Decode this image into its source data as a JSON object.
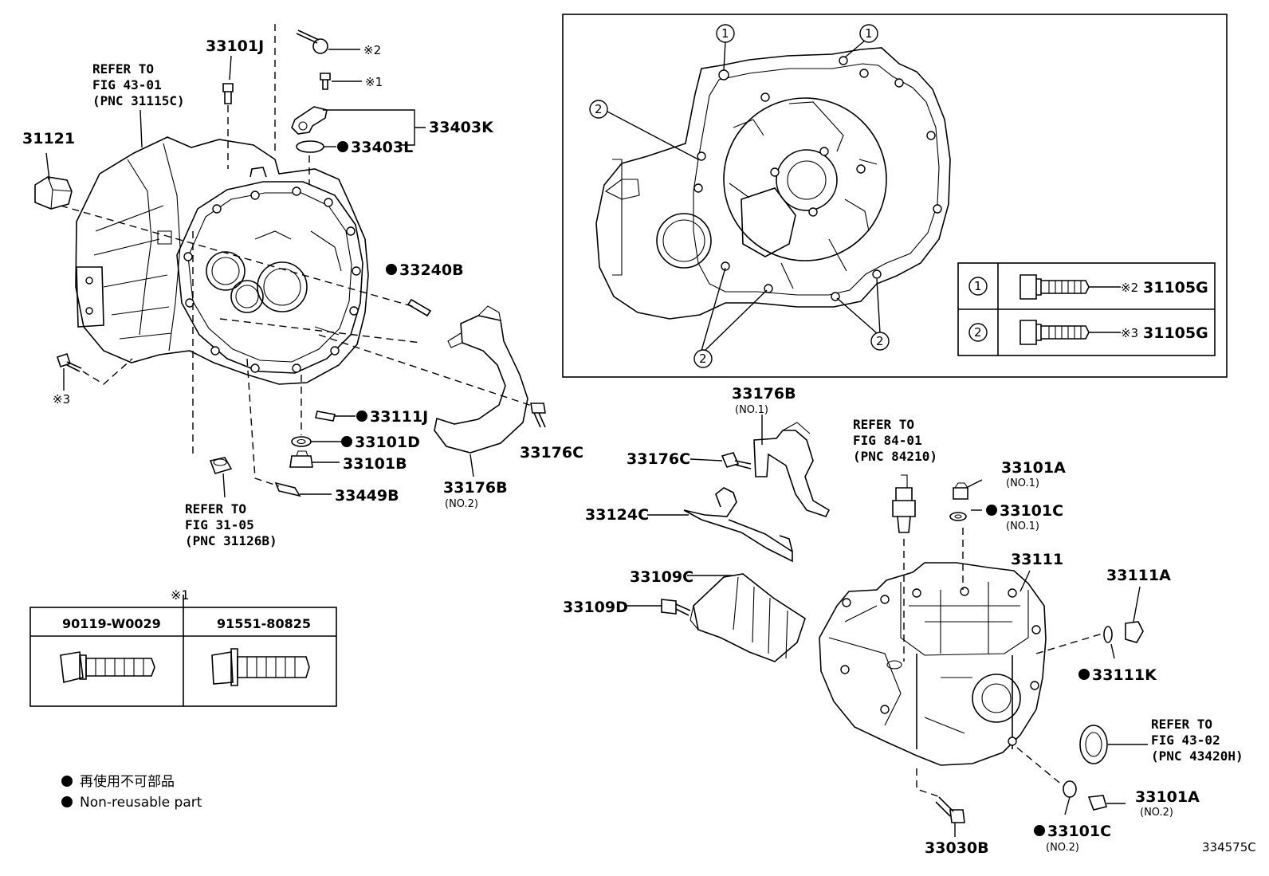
{
  "diagram_id": "334575C",
  "marks": {
    "nonreusable_symbol": "●",
    "note_symbol": "※"
  },
  "labels": {
    "p31121": "31121",
    "p33101J": "33101J",
    "p33403K": "33403K",
    "p33403L": "33403L",
    "p33240B": "33240B",
    "p33111J": "33111J",
    "p33101D": "33101D",
    "p33101B": "33101B",
    "p33449B": "33449B",
    "p33176B_no2": "33176B",
    "p33176B_no2_sub": "(NO.2)",
    "p33176C_left": "33176C",
    "p33176B_no1": "33176B",
    "p33176B_no1_sub": "(NO.1)",
    "p33176C_right": "33176C",
    "p33124C": "33124C",
    "p33109C": "33109C",
    "p33109D": "33109D",
    "p33101A_no1": "33101A",
    "p33101A_no1_sub": "(NO.1)",
    "p33101C_no1": "33101C",
    "p33101C_no1_sub": "(NO.1)",
    "p33111": "33111",
    "p33111A": "33111A",
    "p33111K": "33111K",
    "p33101A_no2": "33101A",
    "p33101A_no2_sub": "(NO.2)",
    "p33101C_no2": "33101C",
    "p33101C_no2_sub": "(NO.2)",
    "p33030B": "33030B",
    "note2": "※2",
    "note1": "※1",
    "note3": "※3"
  },
  "refs": {
    "ref1": [
      "REFER TO",
      "FIG 43-01",
      "(PNC 31115C)"
    ],
    "ref2": [
      "REFER TO",
      "FIG 31-05",
      "(PNC 31126B)"
    ],
    "ref3": [
      "REFER TO",
      "FIG 84-01",
      "(PNC 84210)"
    ],
    "ref4": [
      "REFER TO",
      "FIG 43-02",
      "(PNC 43420H)"
    ]
  },
  "inset": {
    "callout_1": "1",
    "callout_2": "2",
    "rows": [
      {
        "circle": "1",
        "note": "※2",
        "part": "31105G"
      },
      {
        "circle": "2",
        "note": "※3",
        "part": "31105G"
      }
    ]
  },
  "bolt_table": {
    "title": "※1",
    "columns": [
      "90119-W0029",
      "91551-80825"
    ]
  },
  "legend": [
    {
      "symbol": "●",
      "text": "再使用不可部品"
    },
    {
      "symbol": "●",
      "text": "Non-reusable part"
    }
  ]
}
